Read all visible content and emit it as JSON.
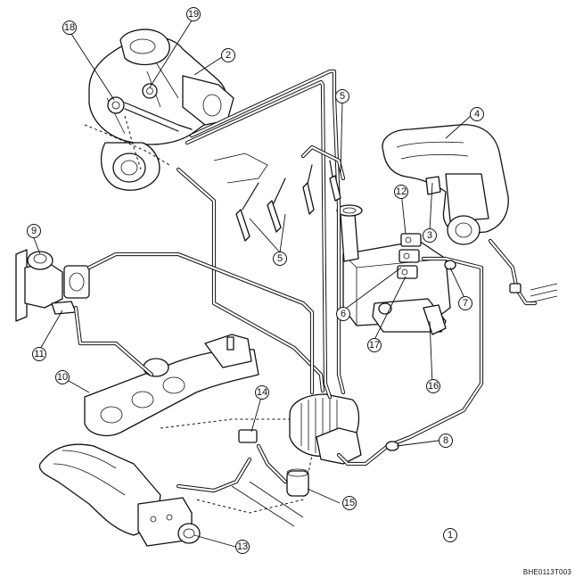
{
  "doc_code": "BHE0113T003",
  "callouts": [
    {
      "n": "1"
    },
    {
      "n": "2"
    },
    {
      "n": "3"
    },
    {
      "n": "4"
    },
    {
      "n": "5"
    },
    {
      "n": "5"
    },
    {
      "n": "6"
    },
    {
      "n": "7"
    },
    {
      "n": "8"
    },
    {
      "n": "9"
    },
    {
      "n": "10"
    },
    {
      "n": "11"
    },
    {
      "n": "12"
    },
    {
      "n": "13"
    },
    {
      "n": "14"
    },
    {
      "n": "15"
    },
    {
      "n": "16"
    },
    {
      "n": "17"
    },
    {
      "n": "18"
    },
    {
      "n": "19"
    }
  ]
}
